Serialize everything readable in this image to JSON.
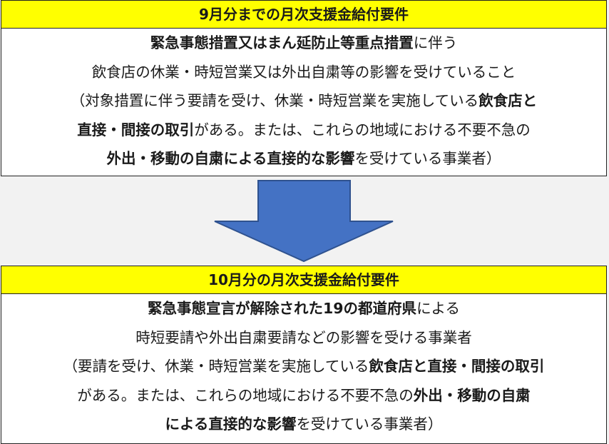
{
  "colors": {
    "header_bg": "#ffff00",
    "arrow": "#4472c4"
  },
  "icon": "down-arrow-icon",
  "september": {
    "header": "9月分までの月次支援金給付要件",
    "lines": [
      [
        {
          "t": "緊急事態措置又はまん延防止等重点措置",
          "b": true
        },
        {
          "t": "に伴う",
          "b": false
        }
      ],
      [
        {
          "t": "飲食店の休業・時短営業又は外出自粛等の影響を受けていること",
          "b": false
        }
      ],
      [
        {
          "t": "（対象措置に伴う要請を受け、休業・時短営業を実施している",
          "b": false
        },
        {
          "t": "飲食店と",
          "b": true
        }
      ],
      [
        {
          "t": "直接・間接の取引",
          "b": true
        },
        {
          "t": "がある。または、これらの地域における不要不急の",
          "b": false
        }
      ],
      [
        {
          "t": "外出・移動の自粛による直接的な影響",
          "b": true
        },
        {
          "t": "を受けている事業者）",
          "b": false
        }
      ]
    ]
  },
  "october": {
    "header": "10月分の月次支援金給付要件",
    "lines": [
      [
        {
          "t": "緊急事態宣言が解除された19の都道府県",
          "b": true
        },
        {
          "t": "による",
          "b": false
        }
      ],
      [
        {
          "t": "時短要請や外出自粛要請などの影響を受ける事業者",
          "b": false
        }
      ],
      [
        {
          "t": "（要請を受け、休業・時短営業を実施している",
          "b": false
        },
        {
          "t": "飲食店と直接・間接の取引",
          "b": true
        }
      ],
      [
        {
          "t": "がある。または、これらの地域における不要不急の",
          "b": false
        },
        {
          "t": "外出・移動の自粛",
          "b": true
        }
      ],
      [
        {
          "t": "による直接的な影響",
          "b": true
        },
        {
          "t": "を受けている事業者）",
          "b": false
        }
      ]
    ]
  }
}
